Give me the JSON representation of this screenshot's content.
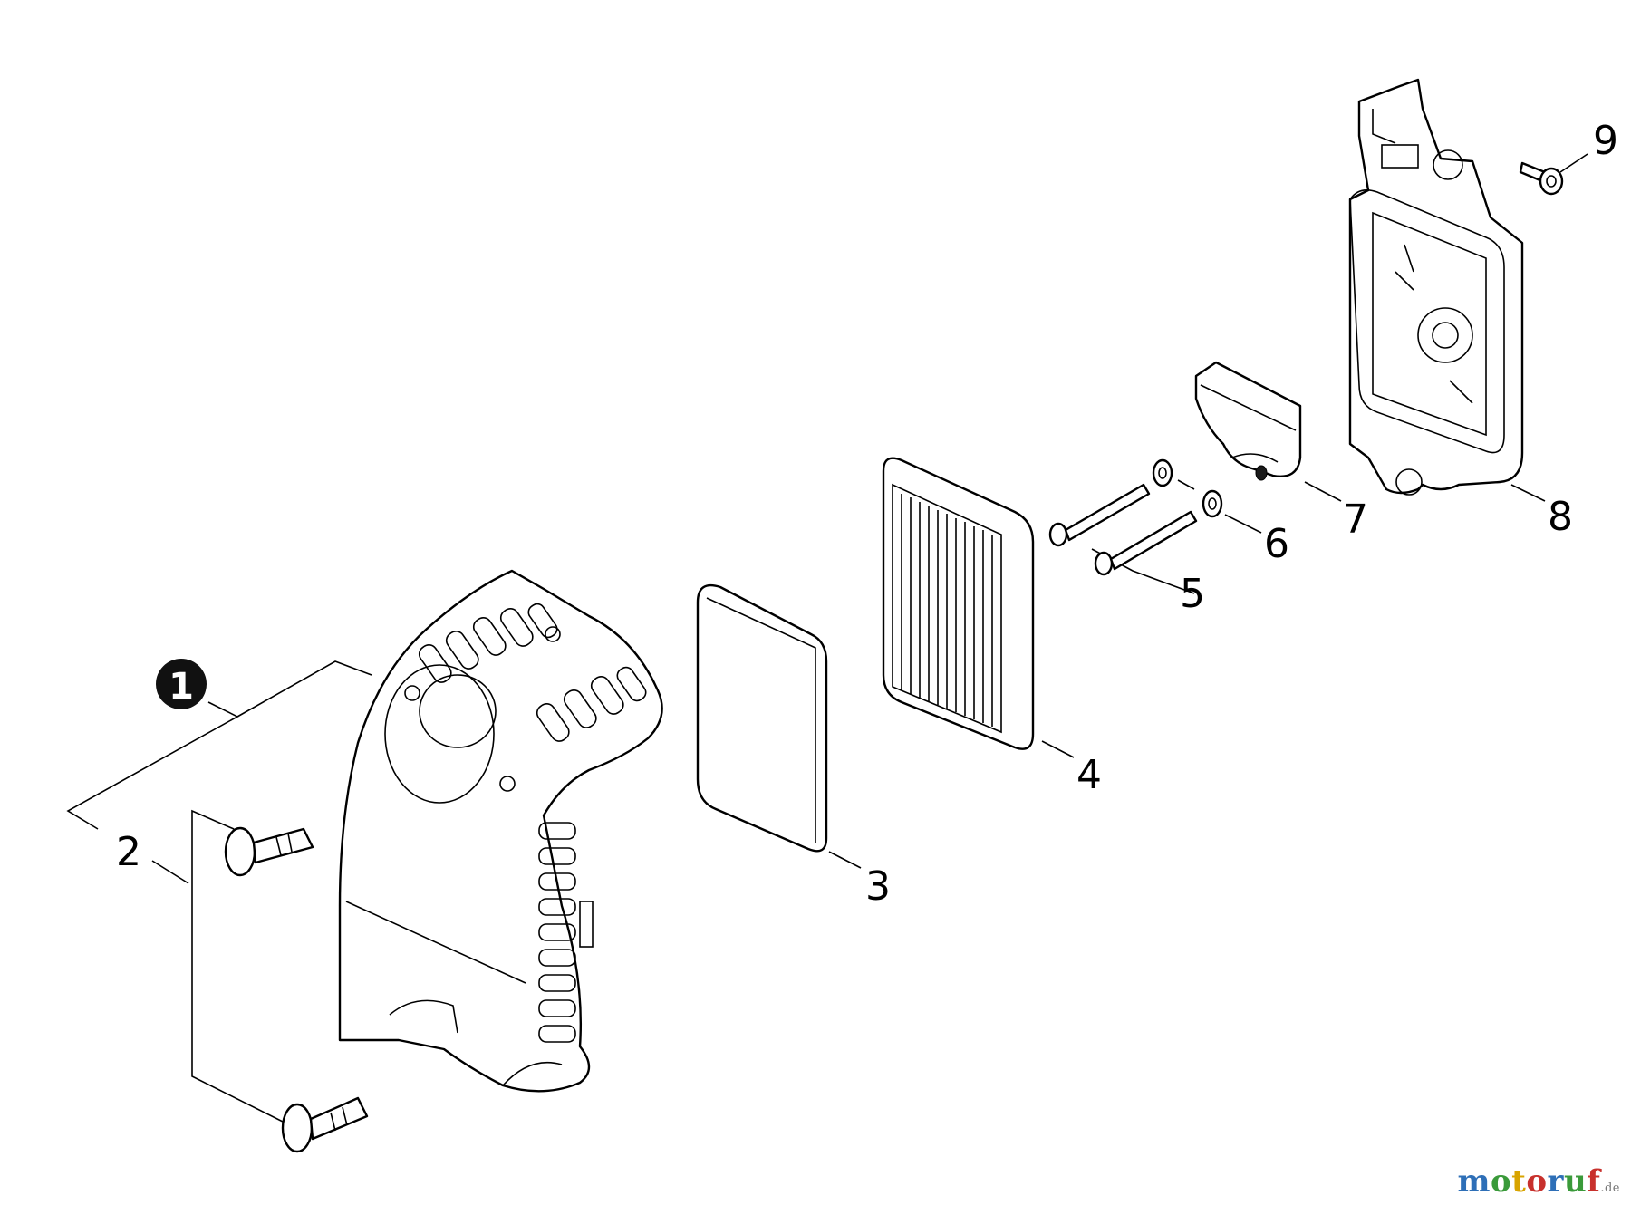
{
  "callouts": {
    "c1": "1",
    "c2": "2",
    "c3": "3",
    "c4": "4",
    "c5": "5",
    "c6": "6",
    "c7": "7",
    "c8": "8",
    "c9": "9"
  },
  "watermark": {
    "m": "m",
    "o1": "o",
    "t": "t",
    "o2": "o",
    "r": "r",
    "u": "u",
    "f": "f",
    "suffix": ".de",
    "colors": [
      "#2e6fb7",
      "#3a9a3a",
      "#d8a400",
      "#c8312d",
      "#2e6fb7",
      "#3a9a3a",
      "#c8312d"
    ]
  }
}
